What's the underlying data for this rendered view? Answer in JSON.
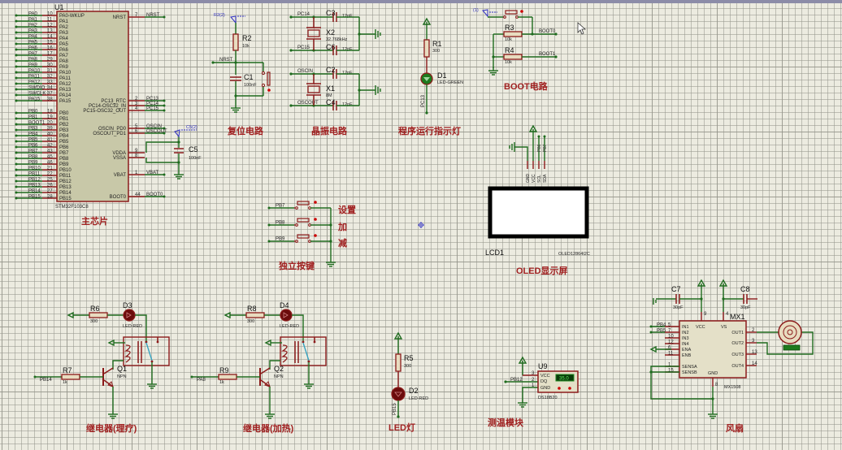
{
  "app": {
    "name": "Proteus ISIS schematic"
  },
  "colors": {
    "background": "#ecebe0",
    "wire": "#1e6b1e",
    "component_outline": "#8b1a1a",
    "chip_fill": "#c8c8a8",
    "section_title": "#a02020",
    "probe": "#3030c0",
    "led_green": "#1e7a1e",
    "led_red": "#6b0c0c"
  },
  "mcu": {
    "ref": "U1",
    "part": "STM32F103C8",
    "title": "主芯片",
    "left_pins": [
      {
        "net": "PA0",
        "num": "10",
        "name": "PA0-WKUP"
      },
      {
        "net": "PA1",
        "num": "11",
        "name": "PA1"
      },
      {
        "net": "PA2",
        "num": "12",
        "name": "PA2"
      },
      {
        "net": "PA3",
        "num": "13",
        "name": "PA3"
      },
      {
        "net": "PA4",
        "num": "14",
        "name": "PA4"
      },
      {
        "net": "PA5",
        "num": "15",
        "name": "PA5"
      },
      {
        "net": "PA6",
        "num": "16",
        "name": "PA6"
      },
      {
        "net": "PA7",
        "num": "17",
        "name": "PA7"
      },
      {
        "net": "PA8",
        "num": "29",
        "name": "PA8"
      },
      {
        "net": "PA9",
        "num": "30",
        "name": "PA9"
      },
      {
        "net": "PA10",
        "num": "31",
        "name": "PA10"
      },
      {
        "net": "PA11",
        "num": "32",
        "name": "PA11"
      },
      {
        "net": "PA12",
        "num": "33",
        "name": "PA12"
      },
      {
        "net": "SWDIO",
        "num": "34",
        "name": "PA13"
      },
      {
        "net": "SWCLK",
        "num": "37",
        "name": "PA14"
      },
      {
        "net": "PA15",
        "num": "38",
        "name": "PA15"
      },
      {
        "net": "PB0",
        "num": "18",
        "name": "PB0"
      },
      {
        "net": "PB1",
        "num": "19",
        "name": "PB1"
      },
      {
        "net": "BOOT1",
        "num": "20",
        "name": "PB2"
      },
      {
        "net": "PB3",
        "num": "39",
        "name": "PB3"
      },
      {
        "net": "PB4",
        "num": "40",
        "name": "PB4"
      },
      {
        "net": "PB5",
        "num": "41",
        "name": "PB5"
      },
      {
        "net": "PB6",
        "num": "42",
        "name": "PB6"
      },
      {
        "net": "PB7",
        "num": "43",
        "name": "PB7"
      },
      {
        "net": "PB8",
        "num": "45",
        "name": "PB8"
      },
      {
        "net": "PB9",
        "num": "46",
        "name": "PB9"
      },
      {
        "net": "PB10",
        "num": "21",
        "name": "PB10"
      },
      {
        "net": "PB11",
        "num": "22",
        "name": "PB11"
      },
      {
        "net": "PB12",
        "num": "25",
        "name": "PB12"
      },
      {
        "net": "PB13",
        "num": "26",
        "name": "PB13"
      },
      {
        "net": "PB14",
        "num": "27",
        "name": "PB14"
      },
      {
        "net": "PB15",
        "num": "28",
        "name": "PB15"
      }
    ],
    "right_pins": [
      {
        "net": "NRST",
        "num": "7",
        "name": "NRST"
      },
      {
        "net": "PC13",
        "num": "2",
        "name": "PC13_RTC"
      },
      {
        "net": "PC14",
        "num": "3",
        "name": "PC14-OSC32_IN"
      },
      {
        "net": "PC15",
        "num": "4",
        "name": "PC15-OSC32_OUT"
      },
      {
        "net": "OSCIN",
        "num": "5",
        "name": "OSCIN_PD0"
      },
      {
        "net": "OSCOUT",
        "num": "6",
        "name": "OSCOUT_PD1"
      },
      {
        "net": "",
        "num": "9",
        "name": "VDDA"
      },
      {
        "net": "",
        "num": "8",
        "name": "VSSA"
      },
      {
        "net": "VBAT",
        "num": "1",
        "name": "VBAT"
      },
      {
        "net": "BOOT0",
        "num": "44",
        "name": "BOOT0"
      }
    ],
    "c5": {
      "ref": "C5",
      "value": "100nF",
      "probe": "C5(2)"
    }
  },
  "reset": {
    "title": "复位电路",
    "r2": {
      "ref": "R2",
      "value": "10k",
      "probe": "R2(2)"
    },
    "c1": {
      "ref": "C1",
      "value": "100nF"
    },
    "net": "NRST"
  },
  "crystal": {
    "title": "晶振电路",
    "c3": {
      "ref": "C3",
      "value": "12pF"
    },
    "c6": {
      "ref": "C6",
      "value": "12pF"
    },
    "x2": {
      "ref": "X2",
      "value": "32.768kHz"
    },
    "c2": {
      "ref": "C2",
      "value": "12pF"
    },
    "c4": {
      "ref": "C4",
      "value": "12pF"
    },
    "x1": {
      "ref": "X1",
      "value": "8M"
    },
    "nets": [
      "PC14",
      "PC15",
      "OSCIN",
      "OSCOUT"
    ]
  },
  "run_led": {
    "title": "程序运行指示灯",
    "r1": {
      "ref": "R1",
      "value": "300"
    },
    "d1": {
      "ref": "D1",
      "value": "LED-GREEN"
    },
    "net": "PC13"
  },
  "boot": {
    "title": "BOOT电路",
    "probe": "(1)",
    "r3": {
      "ref": "R3",
      "value": "10k"
    },
    "r4": {
      "ref": "R4",
      "value": "10k"
    },
    "nets": [
      "BOOT0",
      "BOOT1"
    ]
  },
  "oled": {
    "title": "OLED显示屏",
    "ref": "LCD1",
    "part": "OLED12864I2C",
    "pins": [
      "GND",
      "VCC",
      "SCL",
      "SDA"
    ],
    "nets": [
      "PB6",
      "PB7"
    ]
  },
  "keys": {
    "title": "独立按键",
    "items": [
      {
        "net": "PB7",
        "label": "设置"
      },
      {
        "net": "PB8",
        "label": "加"
      },
      {
        "net": "PB9",
        "label": "减"
      }
    ]
  },
  "relay1": {
    "title": "继电器(理疗)",
    "r6": {
      "ref": "R6",
      "value": "300"
    },
    "d3": {
      "ref": "D3",
      "value": "LED-RED"
    },
    "r7": {
      "ref": "R7",
      "value": "1k"
    },
    "q1": {
      "ref": "Q1",
      "value": "NPN"
    },
    "net": "PB14"
  },
  "relay2": {
    "title": "继电器(加热)",
    "r8": {
      "ref": "R8",
      "value": "300"
    },
    "d4": {
      "ref": "D4",
      "value": "LED-RED"
    },
    "r9": {
      "ref": "R9",
      "value": "1k"
    },
    "q2": {
      "ref": "Q2",
      "value": "NPN"
    },
    "net": "PA8"
  },
  "led": {
    "title": "LED灯",
    "r5": {
      "ref": "R5",
      "value": "300"
    },
    "d2": {
      "ref": "D2",
      "value": "LED-RED"
    },
    "net": "PB15"
  },
  "temp": {
    "title": "测温模块",
    "ref": "U9",
    "part": "DS18B20",
    "reading": "35.0",
    "net": "PB12",
    "pins": [
      {
        "num": "3",
        "name": "VCC"
      },
      {
        "num": "2",
        "name": "DQ"
      },
      {
        "num": "1",
        "name": "GND"
      }
    ]
  },
  "fan": {
    "title": "风扇",
    "ref": "MX1",
    "part": "MX1508",
    "c7": {
      "ref": "C7",
      "value": "30pF"
    },
    "c8": {
      "ref": "C8",
      "value": "30pF"
    },
    "top_pins": [
      {
        "num": "9",
        "name": "VCC"
      },
      {
        "num": "4",
        "name": "VS"
      }
    ],
    "left_pins": [
      {
        "num": "5",
        "name": "IN1",
        "net": "PB4"
      },
      {
        "num": "7",
        "name": "IN2",
        "net": "PB5"
      },
      {
        "num": "10",
        "name": "IN3",
        "net": ""
      },
      {
        "num": "12",
        "name": "IN4",
        "net": ""
      },
      {
        "num": "6",
        "name": "ENA",
        "net": ""
      },
      {
        "num": "11",
        "name": "ENB",
        "net": ""
      },
      {
        "num": "1",
        "name": "SENSA",
        "net": ""
      },
      {
        "num": "15",
        "name": "SENSB",
        "net": ""
      }
    ],
    "right_pins": [
      {
        "num": "2",
        "name": "OUT1"
      },
      {
        "num": "3",
        "name": "OUT2"
      },
      {
        "num": "13",
        "name": "OUT3"
      },
      {
        "num": "14",
        "name": "OUT4"
      }
    ],
    "gnd_pin": {
      "num": "8",
      "name": "GND"
    }
  }
}
